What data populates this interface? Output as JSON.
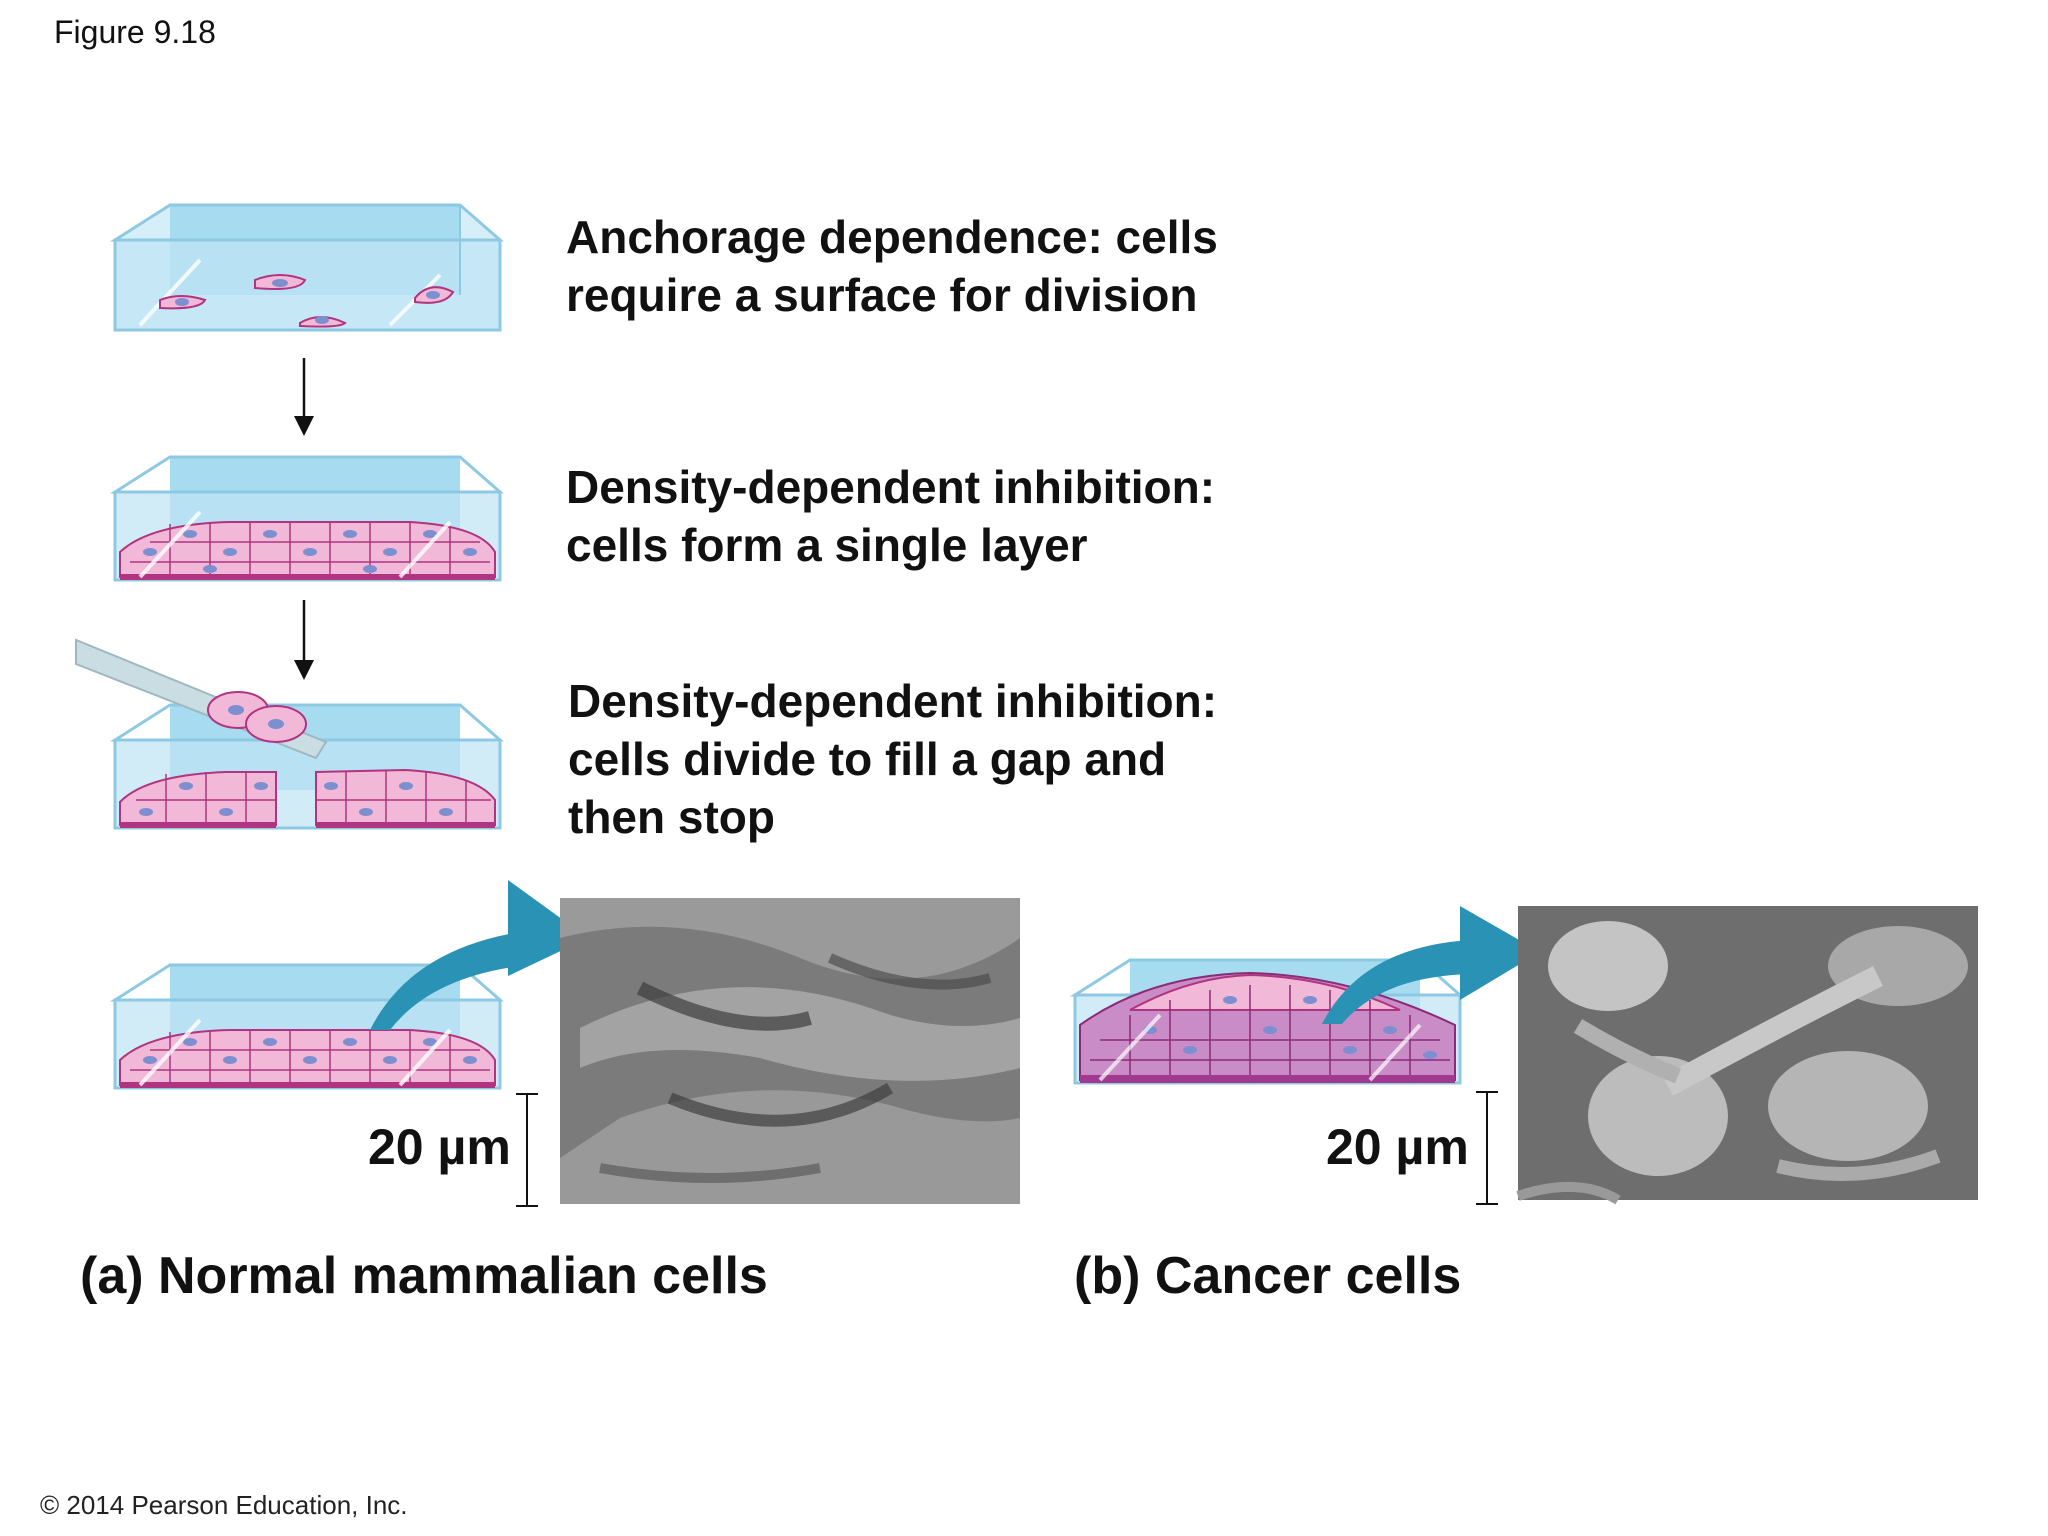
{
  "figure_label": "Figure 9.18",
  "steps": [
    {
      "line1": "Anchorage dependence: cells",
      "line2": "require a surface for division",
      "line3": ""
    },
    {
      "line1": "Density-dependent inhibition:",
      "line2": "cells form a single layer",
      "line3": ""
    },
    {
      "line1": "Density-dependent inhibition:",
      "line2": "cells divide to fill a gap and",
      "line3": "then stop"
    }
  ],
  "panels": {
    "a": {
      "caption": "(a) Normal mammalian cells",
      "scale": "20 µm"
    },
    "b": {
      "caption": "(b) Cancer cells",
      "scale": "20 µm"
    }
  },
  "copyright": "© 2014 Pearson Education, Inc.",
  "colors": {
    "dish_fill": "#bfe4f3",
    "dish_edge": "#8ec9e3",
    "cell_fill": "#f2b8d8",
    "cell_nucleus": "#7d8fcf",
    "cell_edge": "#b0347f",
    "arrow_teal": "#2a93b5"
  }
}
